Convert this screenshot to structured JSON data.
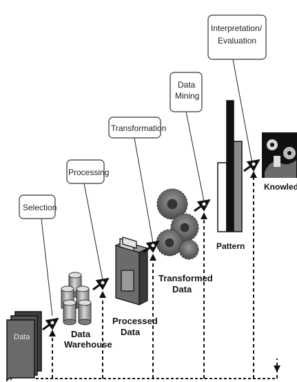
{
  "steps": {
    "selection": "Selection",
    "processing": "Processing",
    "transformation": "Transformation",
    "mining_line1": "Data",
    "mining_line2": "Mining",
    "interp_line1": "Interpretation/",
    "interp_line2": "Evaluation"
  },
  "stages": {
    "data": "Data",
    "warehouse_line1": "Data",
    "warehouse_line2": "Warehouse",
    "processed_line1": "Processed",
    "processed_line2": "Data",
    "transformed_line1": "Transformed",
    "transformed_line2": "Data",
    "pattern": "Pattern",
    "knowledge": "Knowledge"
  },
  "colors": {
    "ink": "#111111",
    "box_stroke": "#333333",
    "dark_gray": "#555555",
    "mid_gray": "#8a8a8a",
    "light_gray": "#bdbdbd"
  }
}
